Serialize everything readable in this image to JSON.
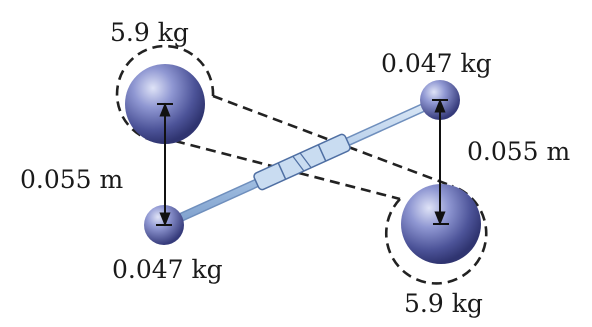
{
  "masses": {
    "large_top_left": "5.9 kg",
    "small_top_right": "0.047 kg",
    "small_bottom_left": "0.047 kg",
    "large_bottom_right": "5.9 kg"
  },
  "distances": {
    "left": "0.055 m",
    "right": "0.055 m"
  },
  "colors": {
    "sphere_light": "#c7cdee",
    "sphere_mid": "#6f78c0",
    "sphere_dark": "#2f3470",
    "rod": "#a9c5e6",
    "dashed_line": "#222222",
    "arrow": "#111111",
    "text": "#1a1a1a"
  }
}
